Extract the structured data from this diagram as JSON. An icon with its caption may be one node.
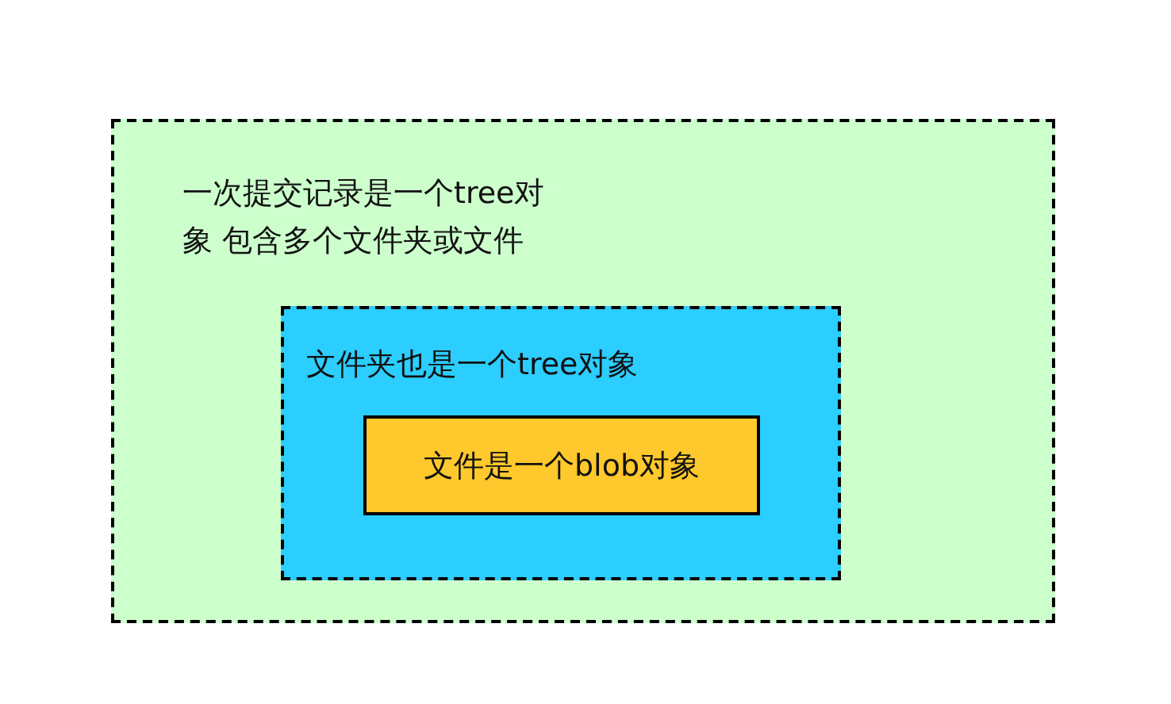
{
  "diagram": {
    "nodes": [
      {
        "text": [
          "一次提交记录是一个tree对象 包含多个文件夹或文件"
        ]
      },
      {
        "text": [
          "文件夹也是一个tree对象"
        ],
        "in": 0
      },
      {
        "text": [
          "文件是一个blob对象"
        ],
        "in": 1
      }
    ]
  }
}
